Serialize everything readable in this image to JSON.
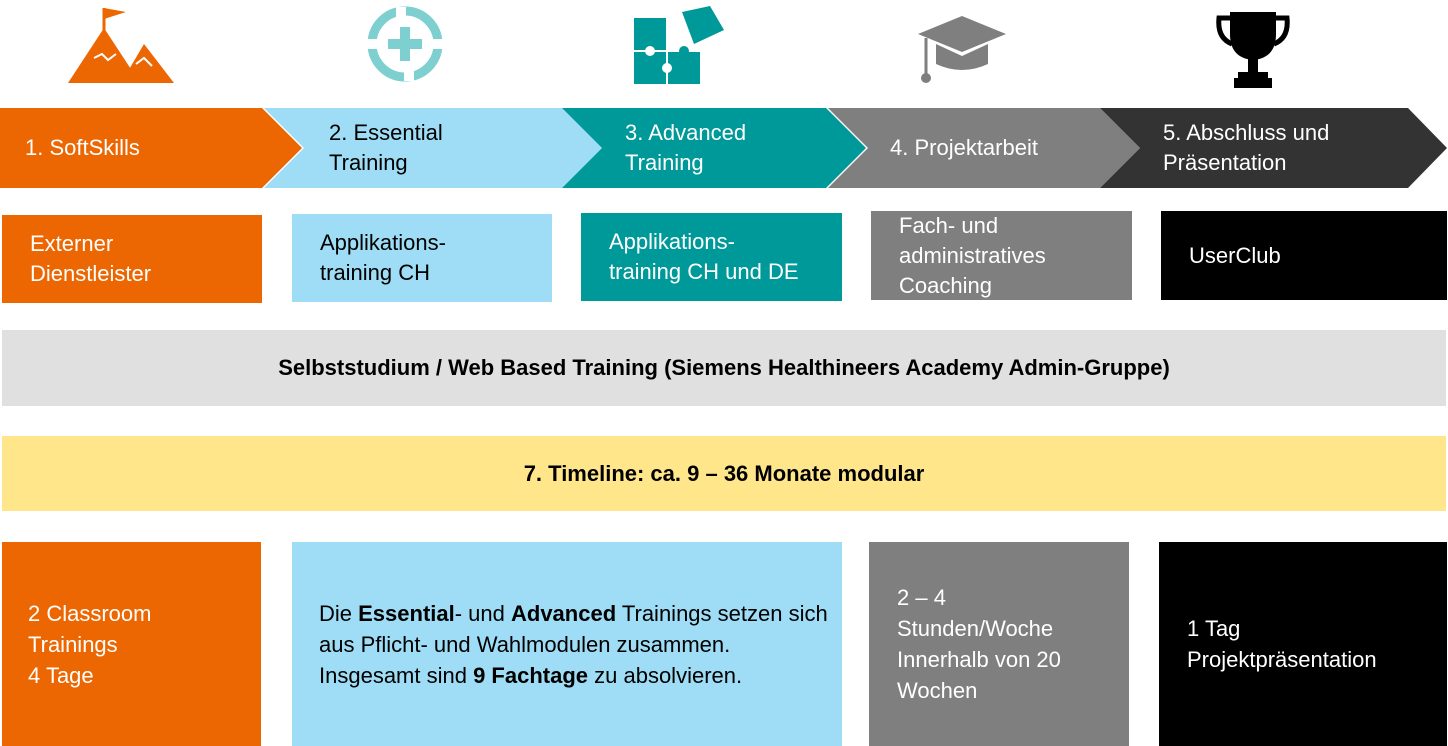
{
  "colors": {
    "orange": "#EC6602",
    "light_blue": "#9EDDF5",
    "teal": "#009999",
    "gray": "#7F7F7F",
    "dark": "#333333",
    "black": "#000000",
    "light_gray": "#E0E0E0",
    "yellow": "#FFE68A"
  },
  "icons": [
    "mountain-flag-icon",
    "medical-cross-cycle-icon",
    "puzzle-icon",
    "graduation-cap-icon",
    "trophy-icon"
  ],
  "steps": [
    {
      "label": "1. SoftSkills"
    },
    {
      "label": "2. Essential\nTraining"
    },
    {
      "label": "3. Advanced\nTraining"
    },
    {
      "label": "4. Projektarbeit"
    },
    {
      "label": "5. Abschluss und\nPräsentation"
    }
  ],
  "providers": [
    "Externer\nDienstleister",
    "Applikations-\ntraining CH",
    "Applikations-\ntraining CH und DE",
    "Fach- und\nadministratives\nCoaching",
    "UserClub"
  ],
  "self_study": "Selbststudium / Web Based Training (Siemens Healthineers Academy Admin-Gruppe)",
  "timeline": "7. Timeline: ca. 9 – 36 Monate modular",
  "details": {
    "softskills": "2 Classroom\nTrainings\n4 Tage",
    "training": {
      "line1_a": "Die ",
      "line1_b": "Essential",
      "line1_c": "- und ",
      "line1_d": "Advanced",
      "line1_e": " Trainings setzen sich",
      "line2": "aus Pflicht- und Wahlmodulen zusammen.",
      "line3_a": "Insgesamt sind ",
      "line3_b": "9 Fachtage",
      "line3_c": " zu absolvieren."
    },
    "project": "2 – 4\nStunden/Woche\nInnerhalb von 20\nWochen",
    "final": "1 Tag\nProjektpräsentation"
  }
}
